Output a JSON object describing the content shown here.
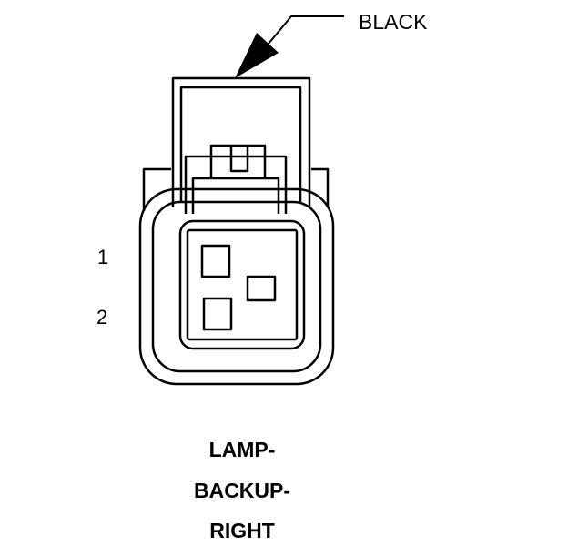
{
  "connector": {
    "color_label": "BLACK",
    "pins": [
      {
        "number": "1"
      },
      {
        "number": "2"
      }
    ],
    "caption_lines": [
      "LAMP-",
      "BACKUP-",
      "RIGHT"
    ]
  },
  "colors": {
    "line": "#000000",
    "background": "#ffffff"
  }
}
